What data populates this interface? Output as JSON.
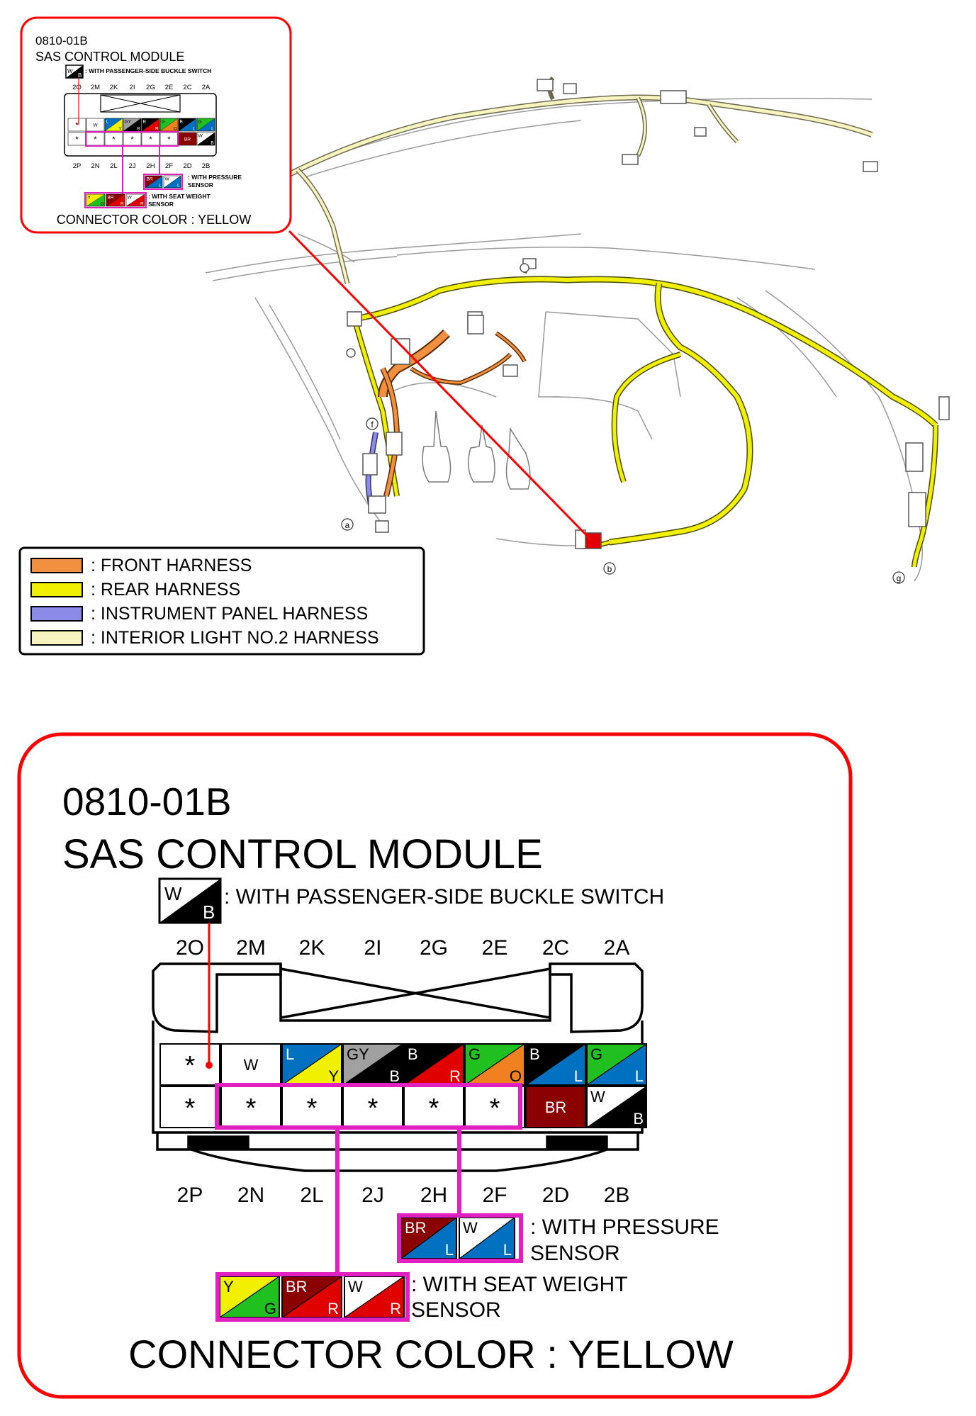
{
  "module": {
    "code": "0810-01B",
    "name": "SAS CONTROL MODULE",
    "connector_color": "CONNECTOR COLOR : YELLOW"
  },
  "pins_top": [
    "2O",
    "2M",
    "2K",
    "2I",
    "2G",
    "2E",
    "2C",
    "2A"
  ],
  "pins_bottom": [
    "2P",
    "2N",
    "2L",
    "2J",
    "2H",
    "2F",
    "2D",
    "2B"
  ],
  "row1": [
    {
      "type": "star",
      "label": "*"
    },
    {
      "type": "solid",
      "top": "W",
      "fill": "#ffffff"
    },
    {
      "type": "dual",
      "top": "L",
      "bottom": "Y",
      "c1": "#0070c0",
      "c2": "#f0f000"
    },
    {
      "type": "dual",
      "top": "GY",
      "bottom": "B",
      "c1": "#a0a0a0",
      "c2": "#000000"
    },
    {
      "type": "dual",
      "top": "B",
      "bottom": "R",
      "c1": "#000000",
      "c2": "#e00000"
    },
    {
      "type": "dual",
      "top": "G",
      "bottom": "O",
      "c1": "#20c020",
      "c2": "#f08020"
    },
    {
      "type": "dual",
      "top": "B",
      "bottom": "L",
      "c1": "#000000",
      "c2": "#0070c0"
    },
    {
      "type": "dual",
      "top": "G",
      "bottom": "L",
      "c1": "#20c020",
      "c2": "#0070c0"
    }
  ],
  "row2": [
    {
      "type": "star",
      "label": "*"
    },
    {
      "type": "star",
      "label": "*"
    },
    {
      "type": "star",
      "label": "*"
    },
    {
      "type": "star",
      "label": "*"
    },
    {
      "type": "star",
      "label": "*"
    },
    {
      "type": "star",
      "label": "*"
    },
    {
      "type": "solid",
      "top": "BR",
      "fill": "#8b0000"
    },
    {
      "type": "dual",
      "top": "W",
      "bottom": "B",
      "c1": "#ffffff",
      "c2": "#000000"
    }
  ],
  "buckle_switch": {
    "top": "W",
    "bottom": "B",
    "label": ": WITH PASSENGER-SIDE BUCKLE SWITCH"
  },
  "pressure_sensor": {
    "label_line1": ": WITH PRESSURE",
    "label_line2": "SENSOR",
    "wires": [
      {
        "top": "BR",
        "bottom": "L",
        "c1": "#8b0000",
        "c2": "#0070c0"
      },
      {
        "top": "W",
        "bottom": "L",
        "c1": "#ffffff",
        "c2": "#0070c0"
      }
    ]
  },
  "seat_weight_sensor": {
    "label_line1": ": WITH SEAT WEIGHT",
    "label_line2": "SENSOR",
    "wires": [
      {
        "top": "Y",
        "bottom": "G",
        "c1": "#f0f000",
        "c2": "#20c020"
      },
      {
        "top": "BR",
        "bottom": "R",
        "c1": "#8b0000",
        "c2": "#e00000"
      },
      {
        "top": "W",
        "bottom": "R",
        "c1": "#ffffff",
        "c2": "#e00000"
      }
    ]
  },
  "legend": [
    {
      "label": ": FRONT HARNESS",
      "color": "#f09040"
    },
    {
      "label": ": REAR HARNESS",
      "color": "#f0f000"
    },
    {
      "label": ": INSTRUMENT PANEL HARNESS",
      "color": "#8c8ce8"
    },
    {
      "label": ": INTERIOR LIGHT NO.2 HARNESS",
      "color": "#f8f4c0"
    }
  ],
  "harness_markers": [
    "a",
    "b",
    "f",
    "g"
  ],
  "colors": {
    "frame": "#ff0000",
    "highlight": "#e020c0"
  }
}
